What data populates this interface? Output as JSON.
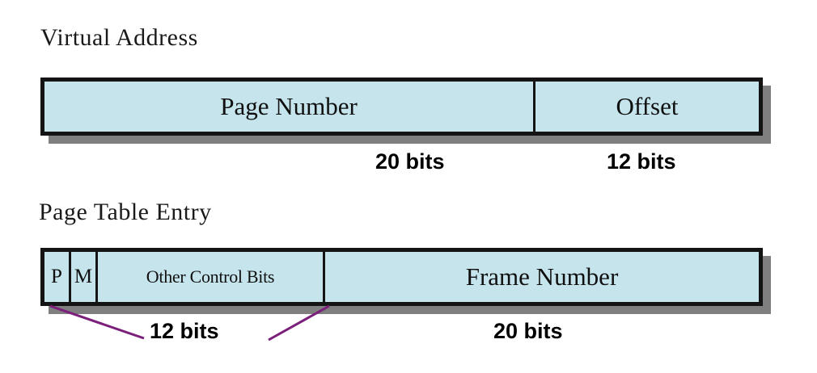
{
  "diagram": {
    "title_virtual_address": "Virtual Address",
    "title_page_table_entry": "Page Table Entry",
    "colors": {
      "field_fill": "#C5E4EC",
      "field_border": "#141414",
      "shadow": "#7F7F7F",
      "leader_line": "#7B1F7B",
      "text": "#101010"
    },
    "virtual_address": {
      "fields": [
        {
          "label": "Page Number",
          "bits": "20 bits"
        },
        {
          "label": "Offset",
          "bits": "12 bits"
        }
      ],
      "bits_labels": {
        "page_number": "20 bits",
        "offset": "12 bits"
      }
    },
    "page_table_entry": {
      "fields": [
        {
          "label": "P"
        },
        {
          "label": "M"
        },
        {
          "label": "Other Control Bits"
        },
        {
          "label": "Frame Number"
        }
      ],
      "bits_labels": {
        "control_bits": "12 bits",
        "frame_number": "20 bits"
      }
    }
  }
}
